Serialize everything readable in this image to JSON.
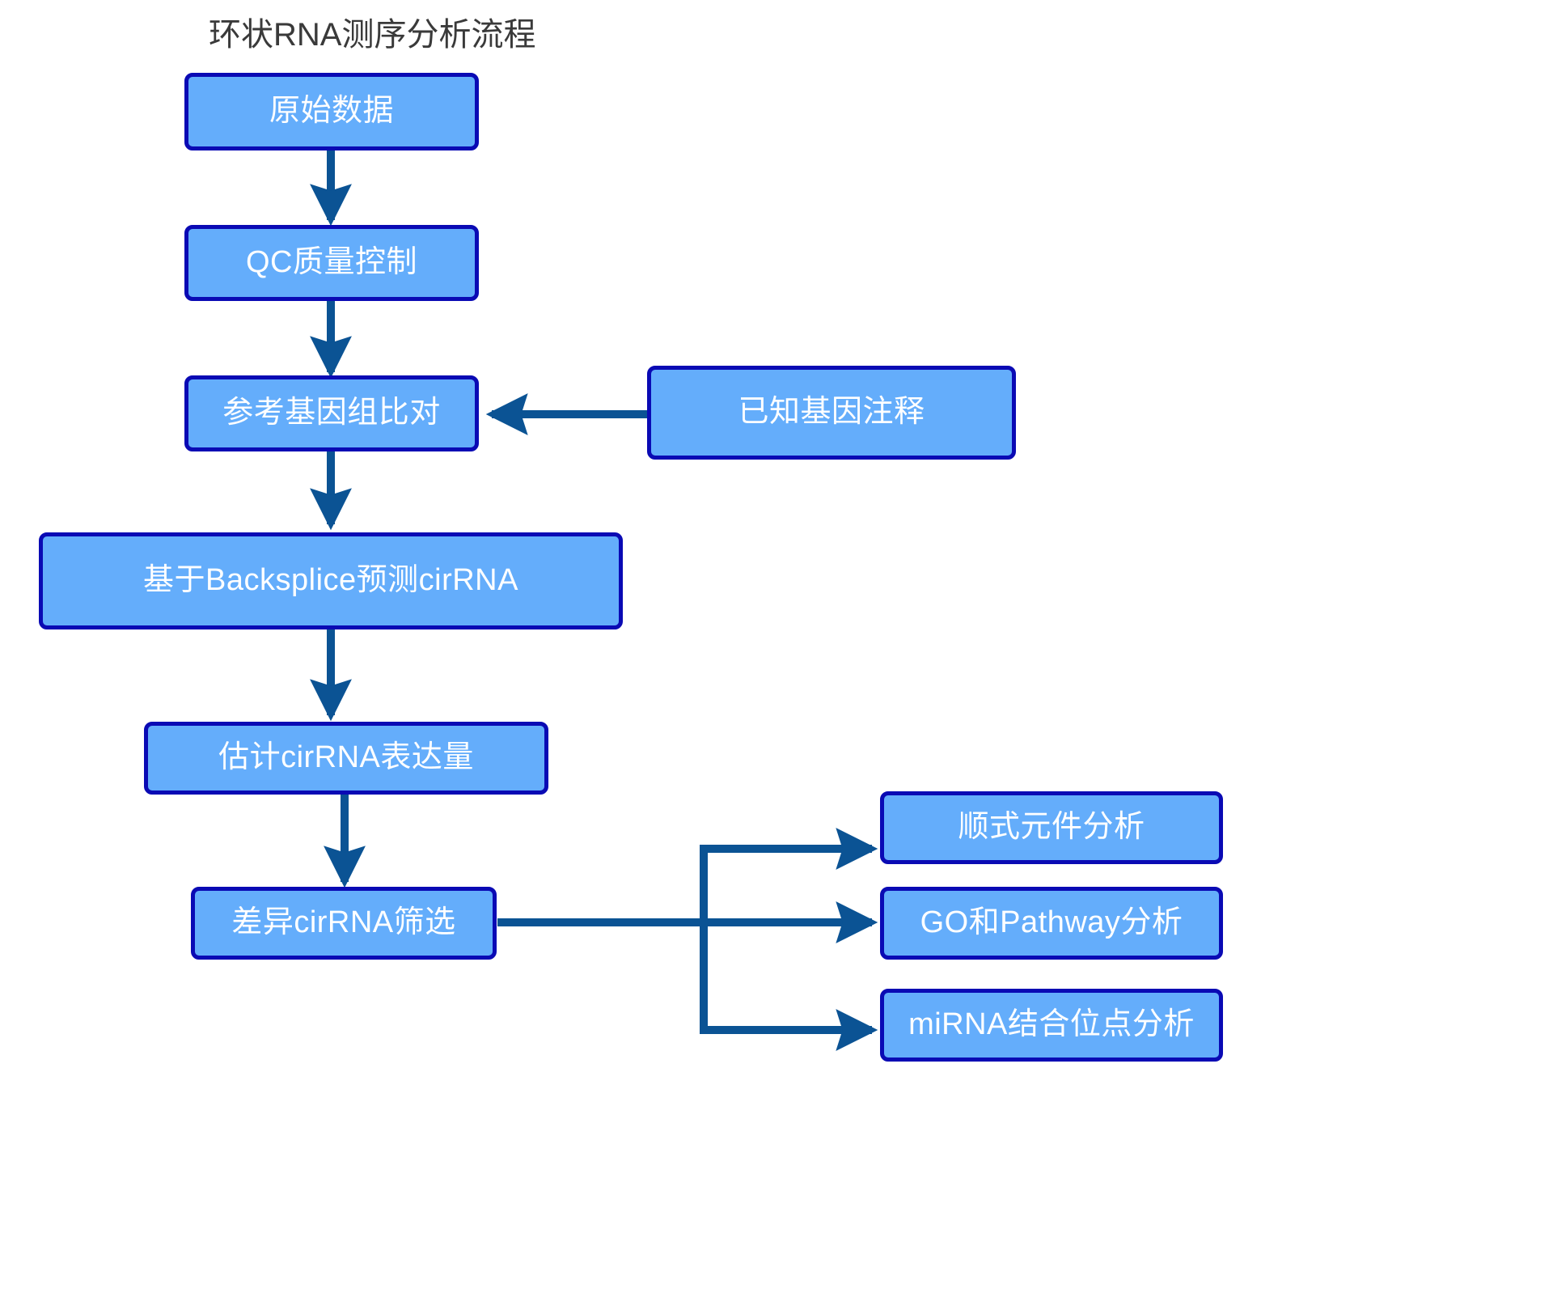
{
  "title": "环状RNA测序分析流程",
  "colors": {
    "node_fill": "#64adfb",
    "node_border": "#0a0ab4",
    "node_text": "#ffffff",
    "arrow": "#0b5394",
    "title_text": "#3a3a3a",
    "background": "#ffffff"
  },
  "nodes": {
    "raw_data": "原始数据",
    "qc": "QC质量控制",
    "align": "参考基因组比对",
    "known_gene": "已知基因注释",
    "backsplice": "基于Backsplice预测cirRNA",
    "quantify": "估计cirRNA表达量",
    "diff": "差异cirRNA筛选",
    "cis_element": "顺式元件分析",
    "go_pathway": "GO和Pathway分析",
    "mirna_site": "miRNA结合位点分析"
  },
  "edges": [
    {
      "from": "raw_data",
      "to": "qc",
      "direction": "down"
    },
    {
      "from": "qc",
      "to": "align",
      "direction": "down"
    },
    {
      "from": "known_gene",
      "to": "align",
      "direction": "left"
    },
    {
      "from": "align",
      "to": "backsplice",
      "direction": "down"
    },
    {
      "from": "backsplice",
      "to": "quantify",
      "direction": "down"
    },
    {
      "from": "quantify",
      "to": "diff",
      "direction": "down"
    },
    {
      "from": "diff",
      "to": "cis_element",
      "direction": "right-branch-up"
    },
    {
      "from": "diff",
      "to": "go_pathway",
      "direction": "right"
    },
    {
      "from": "diff",
      "to": "mirna_site",
      "direction": "right-branch-down"
    }
  ]
}
